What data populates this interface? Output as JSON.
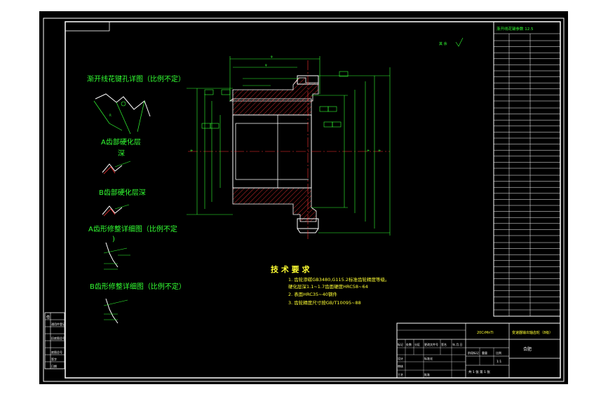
{
  "colors": {
    "background": "#000000",
    "frame": "#ffffff",
    "dimension": "#33ff33",
    "outline": "#ffffff",
    "hatch": "#ff3333",
    "note": "#ffff33",
    "centerline": "#ff3333",
    "page": "#ffffff"
  },
  "drawing": {
    "left_detail_titles": {
      "spline_detail": "渐开线花键孔详图（比例不定）",
      "a_hardening": "A齿部硬化层",
      "a_hardening_sub": "深",
      "b_hardening": "B齿部硬化层深",
      "a_profile": "A齿形修整详细图（比例不定",
      "a_profile_close": ")",
      "b_profile": "B齿形修整详细图（比例不定）"
    },
    "technical_requirements": {
      "heading": "技 术 要 求",
      "items": [
        "1. 齿轮渗碳GB3480,G115.2标准齿轮精度等级。",
        "   硬化层深1.1~1.7齿面硬度HRC58~64",
        "2. 表面HRC35~40钢件",
        "3. 齿轮精度尺寸按GB/T10095~88"
      ]
    },
    "roughness_note": "其 余",
    "params_title": "渐开线花键参数 12.5"
  },
  "title_block": {
    "drawing_name": "变速器输出轴齿轮（8级）",
    "material": "20CrMnTi",
    "company": "合肥",
    "scale": "1:1",
    "sheet_label": "共 1 张  第 1 张",
    "row_labels": [
      "标记",
      "处数",
      "分区",
      "更改文件号",
      "签名",
      "年.月.日"
    ],
    "design_labels": [
      "设计",
      "标准化",
      "阶段标记",
      "重量",
      "比例"
    ],
    "check_labels": [
      "审核",
      "工艺",
      "批准"
    ]
  },
  "left_stamp": {
    "rows": [
      "借",
      "通用件登记",
      "",
      "旧底图总号",
      "",
      "底图总号",
      "签字",
      "日期"
    ]
  }
}
